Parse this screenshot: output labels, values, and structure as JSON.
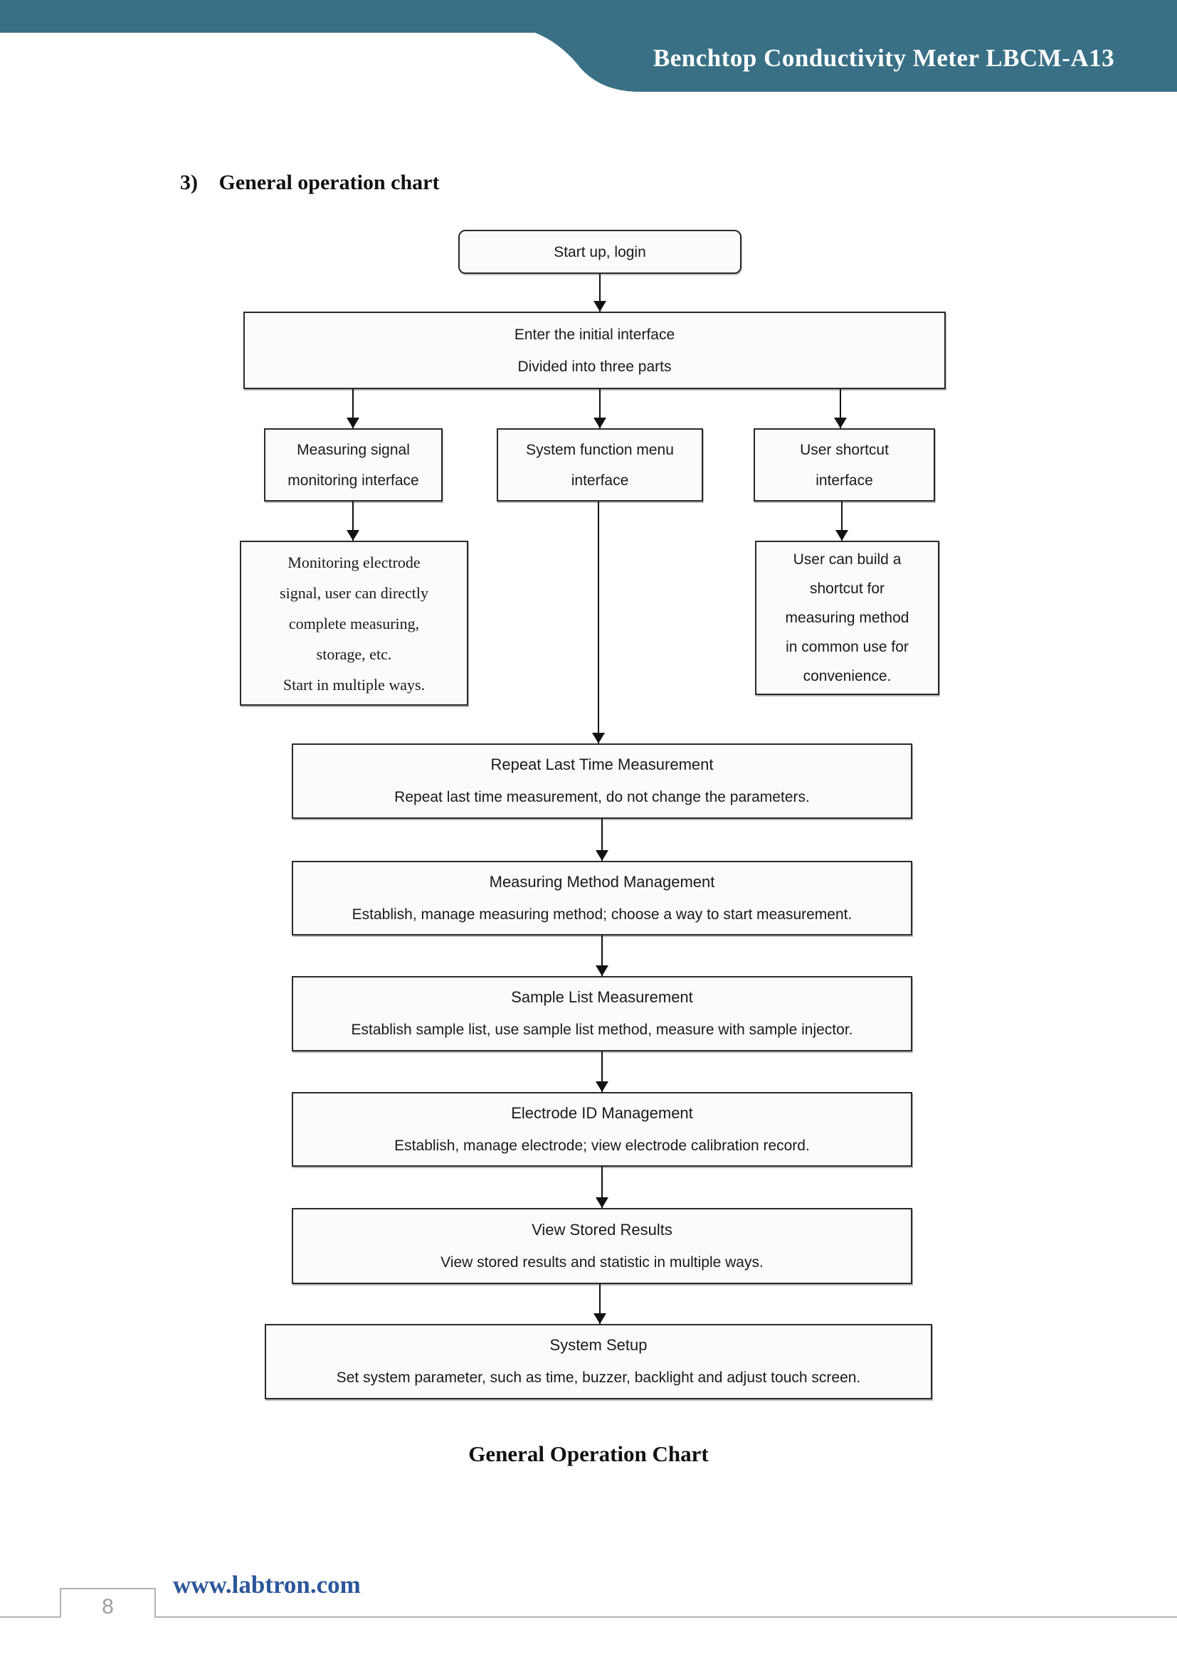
{
  "header": {
    "title": "Benchtop Conductivity Meter LBCM-A13",
    "banner_color": "#397086"
  },
  "heading": {
    "number": "3)",
    "text": "General operation chart"
  },
  "flow": {
    "start": "Start up, login",
    "initial": {
      "line1": "Enter the initial interface",
      "line2": "Divided into three parts"
    },
    "branches": [
      {
        "line1": "Measuring signal",
        "line2": "monitoring interface"
      },
      {
        "line1": "System function menu",
        "line2": "interface"
      },
      {
        "line1": "User shortcut",
        "line2": "interface"
      }
    ],
    "left_note": {
      "line1": "Monitoring electrode",
      "line2": "signal, user can directly",
      "line3": "complete measuring,",
      "line4": "storage, etc.",
      "line5": "Start in multiple ways."
    },
    "right_note": {
      "line1": "User can build a",
      "line2": "shortcut for",
      "line3": "measuring method",
      "line4": "in common use for",
      "line5": "convenience."
    },
    "stack": [
      {
        "title": "Repeat Last Time Measurement",
        "desc": "Repeat last time measurement, do not change the parameters."
      },
      {
        "title": "Measuring Method Management",
        "desc": "Establish, manage measuring method; choose a way to start measurement."
      },
      {
        "title": "Sample List Measurement",
        "desc": "Establish sample list, use sample list method, measure with sample injector."
      },
      {
        "title": "Electrode ID Management",
        "desc": "Establish, manage electrode; view electrode calibration record."
      },
      {
        "title": "View Stored Results",
        "desc": "View stored results and statistic in multiple ways."
      },
      {
        "title": "System Setup",
        "desc": "Set system parameter, such as time, buzzer, backlight and adjust touch screen."
      }
    ]
  },
  "caption": "General Operation Chart",
  "footer": {
    "url": "www.labtron.com",
    "page": "8"
  }
}
